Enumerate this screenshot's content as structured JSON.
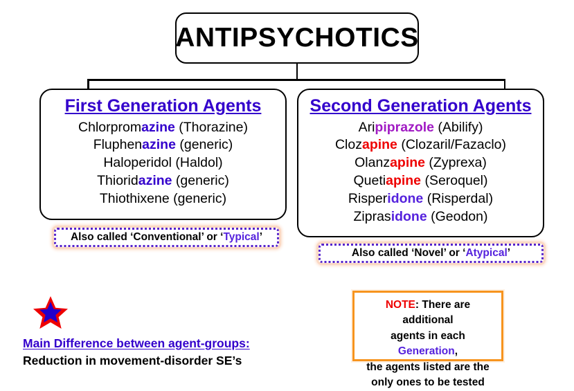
{
  "title": {
    "text": "ANTIPSYCHOTICS"
  },
  "first_generation": {
    "heading": "First Generation Agents",
    "agents": [
      {
        "prefix": "Chlorprom",
        "suffix": "azine",
        "suffix_class": "azine",
        "brand": " (Thorazine)"
      },
      {
        "prefix": "Fluphen",
        "suffix": "azine",
        "suffix_class": "azine",
        "brand": " (generic)"
      },
      {
        "prefix": "Haloperidol",
        "suffix": "",
        "suffix_class": "azine",
        "brand": " (Haldol)"
      },
      {
        "prefix": "Thiorid",
        "suffix": "azine",
        "suffix_class": "azine",
        "brand": " (generic)"
      },
      {
        "prefix": "Thiothixene",
        "suffix": "",
        "suffix_class": "azine",
        "brand": " (generic)"
      }
    ],
    "alias_prefix": "Also called ‘Conventional’ or ‘",
    "alias_highlight": "Typical",
    "alias_suffix": "’"
  },
  "second_generation": {
    "heading": "Second Generation Agents",
    "agents": [
      {
        "prefix": "Ari",
        "suffix": "piprazole",
        "suffix_class": "piprazole",
        "brand": " (Abilify)"
      },
      {
        "prefix": "Cloz",
        "suffix": "apine",
        "suffix_class": "apine",
        "brand": " (Clozaril/Fazaclo)"
      },
      {
        "prefix": "Olanz",
        "suffix": "apine",
        "suffix_class": "apine",
        "brand": " (Zyprexa)"
      },
      {
        "prefix": "Queti",
        "suffix": "apine",
        "suffix_class": "apine",
        "brand": " (Seroquel)"
      },
      {
        "prefix": "Risper",
        "suffix": "idone",
        "suffix_class": "idone",
        "brand": " (Risperdal)"
      },
      {
        "prefix": "Zipras",
        "suffix": "idone",
        "suffix_class": "idone",
        "brand": " (Geodon)"
      }
    ],
    "alias_prefix": "Also called ‘Novel’ or ‘",
    "alias_highlight": "Atypical",
    "alias_suffix": "’"
  },
  "main_difference": {
    "heading": "Main Difference between agent-groups:",
    "detail": "Reduction in movement-disorder SE’s",
    "star_outer_color": "#ee0000",
    "star_inner_color": "#2200cc"
  },
  "note": {
    "label": "NOTE",
    "line1_after_label": ": There are additional",
    "line2_before": "agents in each ",
    "line2_highlight": "Generation",
    "line2_after": ",",
    "line3": "the agents listed are the",
    "line4": "only ones to be tested",
    "border_color": "#f7941e"
  },
  "colors": {
    "heading_purple": "#3300cc",
    "azine": "#3300cc",
    "piprazole": "#a11bc4",
    "apine": "#ee0000",
    "idone": "#5522dd",
    "dotted_border": "#5522cc",
    "dotted_glow": "#fbd9c4"
  }
}
